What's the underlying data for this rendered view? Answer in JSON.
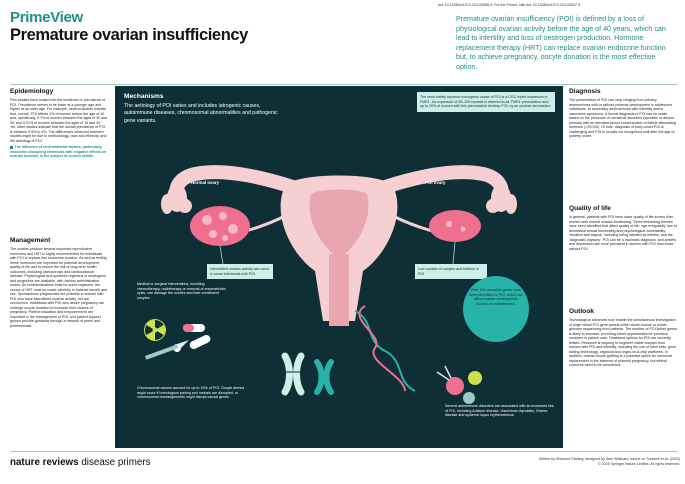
{
  "doi": "doi: 10.1038/s41572-024-00556-4; For the Primer, visit doi: 10.1038/s41572-024-00547-5",
  "brand": "PrimeView",
  "title": "Premature ovarian insufficiency",
  "intro": "Premature ovarian insufficiency (POI) is defined by a loss of physiological ovarian activity before the age of 40 years, which can lead to infertility and loss of oestrogen production. Hormone replacement therapy (HRT) can replace ovarian endocrine function but, to achieve pregnancy, oocyte donation is the most effective option.",
  "epidemiology": {
    "heading": "Epidemiology",
    "text": "Few studies have looked into the incidence or prevalence of POI. Prevalence seems to be lower at a younger age and higher at an older age. For example, several studies indicate that, overall, POI affects 1% of women before the age of 40 and, specifically, 0.1% of women between the ages of 30 and 39, and 0.01% of women between the ages of 15 and 29. Yet, other studies indicate that the overall prevalence of POI is between 0.5% to 4%. The differences observed between studies might be due to methodology, race and ethnicity, and the aetiology of POI.",
    "highlight": "The influence of environmental factors, particularly endocrine-disrupting chemicals with negative effects on ovarian function, is the subject of current debate."
  },
  "management": {
    "heading": "Management",
    "text": "The ovaries produce several important reproductive hormones and HRT is highly recommended for individuals with POI to replace this endocrine function. As well as fertility, these hormones are important for pubertal development, quality of life and to reduce the risk of long-term health outcomes, including osteoporosis and cardiovascular disease. Physiological and synthetic regimens of oestrogens and progestins are available, with various administration routes. As contraindications exist for some regimens, the choice of HRT must be made carefully to balance benefit and risk. Spontaneous pregnancies are possible in women with POI who have intermittent ovarian activity, but are uncommon. Individuals with POI who desire pregnancy can undergo oocyte donation to increase their chance of pregnancy. Patient education and empowerment are important in the management of POI, and patient support groups provide guidance through a network of peers and professionals."
  },
  "mechanisms": {
    "heading": "Mechanisms",
    "intro": "The aetiology of POI varies and includes iatrogenic causes, autoimmune diseases, chromosomal abnormalities and pathogenic gene variants.",
    "callout": "The most widely reported monogenic cause of POI is a CGG triplet expansion in FMR1. An expansion of 55–200 repeats is referred to as 'FMR1 premutation' and up to 20% of women with this premutation develop POI, by an unclear mechanism.",
    "normal_ovary": "Normal ovary",
    "poi_ovary": "POI ovary",
    "intermittent": "Intermittent ovarian activity can occur in some individuals with POI",
    "low_number": "Low number of oocytes and follicles in POI",
    "iatrogenic": "Medical or surgical interventions, including chemotherapy, radiotherapy or removal of endometriotic cysts, can damage the ovaries and their constituent oocytes.",
    "genes": "Over 100 causative genes have been identified for POI, which can affect ovarian development, function or maintenance.",
    "chromosomal": "Chromosomal causes account for up to 15% of POI. Oocyte atresia might occur if homologous pairing and meiosis are disrupted, or chromosomal rearrangements might disrupt causal genes.",
    "autoimmune": "Several autoimmune disorders are associated with an increased risk of POI, including Addison disease, Hashimoto thyroiditis, Graves disease and systemic lupus erythematosus."
  },
  "diagnosis": {
    "heading": "Diagnosis",
    "text": "The presentation of POI can vary, ranging from primary amenorrhoea with or without pubertal development in adolescent individuals, to secondary amenorrhoea with infertility and/or vasomotor symptoms. A formal diagnosis of POI can be made based on the presence of menstrual disorders (sporadic or absent periods) with an elevated serum concentration of follicle-stimulating hormone (>25 IU/l). Of note, diagnosis of early-onset POI is challenging and POI is usually not recognized until after the age of puberty onset."
  },
  "quality": {
    "heading": "Quality of life",
    "text": "In general, patients with POI have lower quality of life scores than women with normal ovarian functioning. Three interacting themes have been identified that affect quality of life: 'age irregularity' due to decreased sexual functioning and psychological vulnerability; 'isolation and stigma', including being labelled as infertile; and the 'diagnostic odyssey'. POI can be a traumatic diagnosis, and anxiety and depression are more prevalent in women with POI than those without POI."
  },
  "outlook": {
    "heading": "Outlook",
    "text": "Technological advances now enable the simultaneous investigation of large virtual POI gene panels within whole-exome or whole-genome sequencing from patients. The number of POI-linked genes is likely to increase, providing future opportunities for precision medicine in patient care. Treatment options for POI are currently limited. Research is ongoing to engineer viable oocytes from women with POI and infertility, including the use of stem cells, gene editing technology, organoid and organ-on-a-chip platforms. In addition, ovarian tissue grafting is a potential option for hormonal replacement in the absence of planned pregnancy, but ethical concerns need to be considered."
  },
  "footer": {
    "logo_bold": "nature reviews",
    "logo_rest": " disease primers",
    "credit1": "Written by Shimona Starling; designed by Sam Whitham; based on Touraine et al. (2024)",
    "credit2": "© 2024 Springer Nature Limited. All rights reserved."
  },
  "colors": {
    "teal": "#1f8f86",
    "panel": "#0e2f35",
    "callout": "#cdeee9",
    "uterus": "#f5cfd2",
    "ovary": "#ee6f8e"
  }
}
